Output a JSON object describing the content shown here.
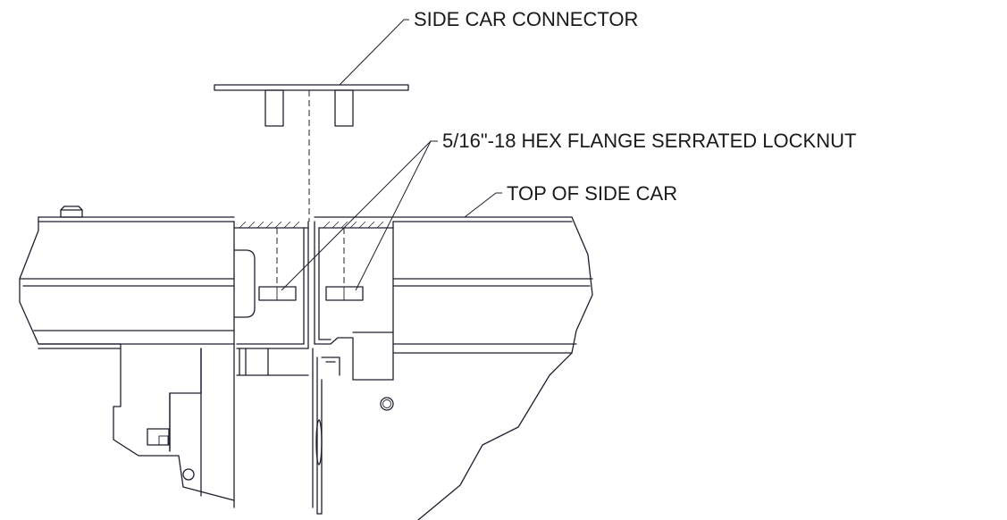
{
  "callouts": {
    "side_car_connector": "SIDE CAR CONNECTOR",
    "locknut": "5/16\"-18 HEX FLANGE SERRATED LOCKNUT",
    "top_of_side_car": "TOP OF SIDE CAR"
  },
  "colors": {
    "line": "#1f1f2e",
    "background": "#ffffff"
  }
}
